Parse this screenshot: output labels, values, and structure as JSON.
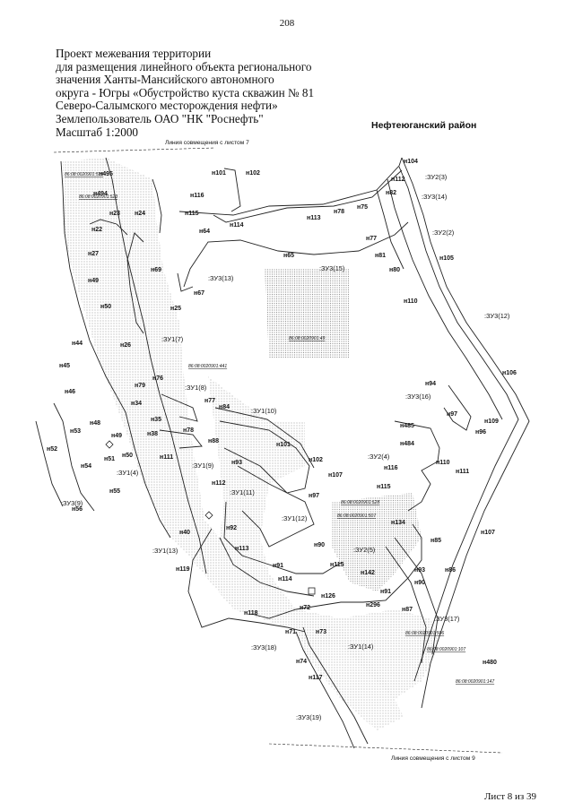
{
  "page_number": "208",
  "title_lines": [
    "Проект межевания территории",
    "для размещения линейного объекта регионального",
    "значения Ханты-Мансийского автономного",
    "округа - Югры «Обустройство куста скважин № 81",
    "Северо-Салымского месторождения нефти»",
    "Землепользователь ОАО \"НК \"Роснефть\"",
    "Масштаб 1:2000"
  ],
  "district_label": "Нефтеюганский район",
  "combo_top": "Линия совмещения с листом 7",
  "combo_bottom": "Линия совмещения с листом 9",
  "sheet_label": "Лист 8 из 39",
  "point_labels": [
    "н495",
    "н494",
    "н23",
    "н24",
    "н22",
    "н27",
    "н49",
    "н50",
    "н44",
    "н45",
    "н46",
    "н26",
    "н25",
    "н69",
    "н67",
    "н64",
    "н65",
    "н101",
    "н102",
    "н116",
    "н115",
    "н114",
    "н113",
    "н78",
    "н75",
    "н77",
    "н81",
    "н80",
    "н82",
    "н104",
    "н112",
    "н105",
    "н110",
    "н94",
    "н97",
    "н109",
    "н96",
    "н485",
    "н484",
    "н110",
    "н111",
    "н116",
    "н115",
    "н134",
    "н85",
    "н86",
    "н93",
    "н90",
    "н87",
    "н142",
    "н91",
    "н296",
    "н480",
    "н107",
    "н106",
    "н76",
    "н79",
    "н34",
    "н35",
    "н38",
    "н77",
    "н84",
    "н88",
    "н78",
    "н101",
    "н102",
    "н107",
    "н97",
    "н93",
    "н112",
    "н111",
    "н48",
    "н49",
    "н51",
    "н50",
    "н53",
    "н52",
    "н54",
    "н55",
    "н56",
    "н40",
    "н119",
    "н92",
    "н113",
    "н91",
    "н114",
    "н115",
    "н90",
    "н126",
    "н72",
    "н118",
    "н71",
    "н73",
    "н74",
    "н117"
  ],
  "zone_labels": [
    ":ЗУ2(3)",
    ":ЗУ3(14)",
    ":ЗУ2(2)",
    ":ЗУ3(15)",
    ":ЗУ3(13)",
    ":ЗУ3(12)",
    ":ЗУ1(7)",
    ":ЗУ1(8)",
    ":ЗУ1(10)",
    ":ЗУ3(16)",
    ":ЗУ2(4)",
    ":ЗУ1(9)",
    ":ЗУ1(11)",
    ":ЗУ1(4)",
    ":ЗУ3(9)",
    ":ЗУ1(12)",
    ":ЗУ2(5)",
    ":ЗУ1(13)",
    ":ЗУ3(17)",
    ":ЗУ3(18)",
    ":ЗУ1(14)",
    ":ЗУ3(19)"
  ],
  "cadastral_labels": [
    "86:08:0020901:513",
    "86:08:0020901:523",
    "86:08:0020901:49",
    "86:08:0020901:441",
    "86:08:0020901:528",
    "86:08:0020901:507",
    "86:08:0020901:506",
    "86:08:0020901:107",
    "86:08:0020901:147"
  ],
  "colors": {
    "line": "#222222",
    "hatch": "#7a7a7a",
    "background": "#ffffff"
  }
}
